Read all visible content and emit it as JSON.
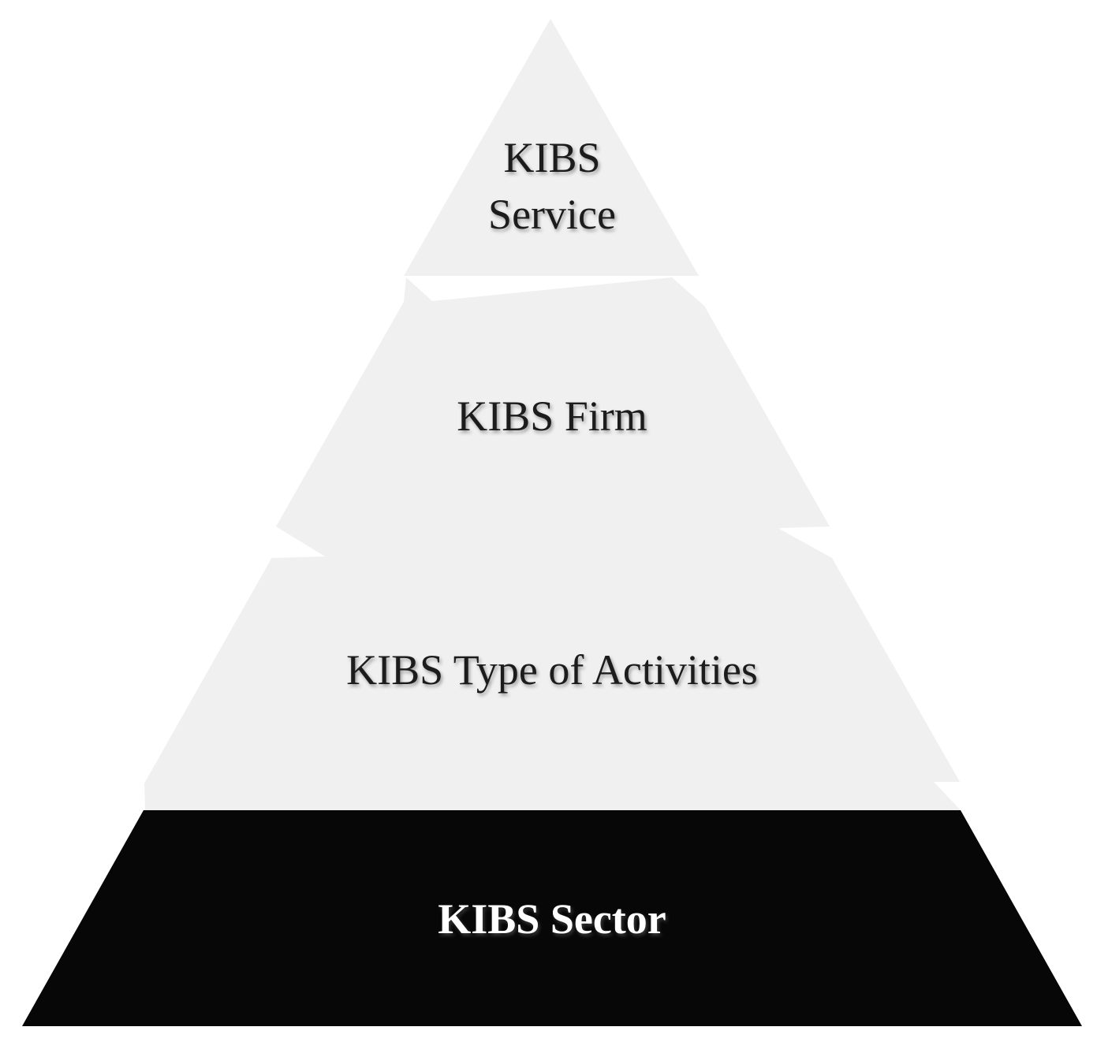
{
  "pyramid": {
    "levels": [
      {
        "lines": [
          "KIBS",
          "Service"
        ],
        "fill": "#f0f0f0",
        "text_color": "#1a1a1a"
      },
      {
        "lines": [
          "KIBS Firm"
        ],
        "fill": "#f0f0f0",
        "text_color": "#1a1a1a"
      },
      {
        "lines": [
          "KIBS Type of Activities"
        ],
        "fill": "#f0f0f0",
        "text_color": "#1a1a1a"
      },
      {
        "lines": [
          "KIBS Sector"
        ],
        "fill": "#070707",
        "text_color": "#ffffff"
      }
    ]
  }
}
